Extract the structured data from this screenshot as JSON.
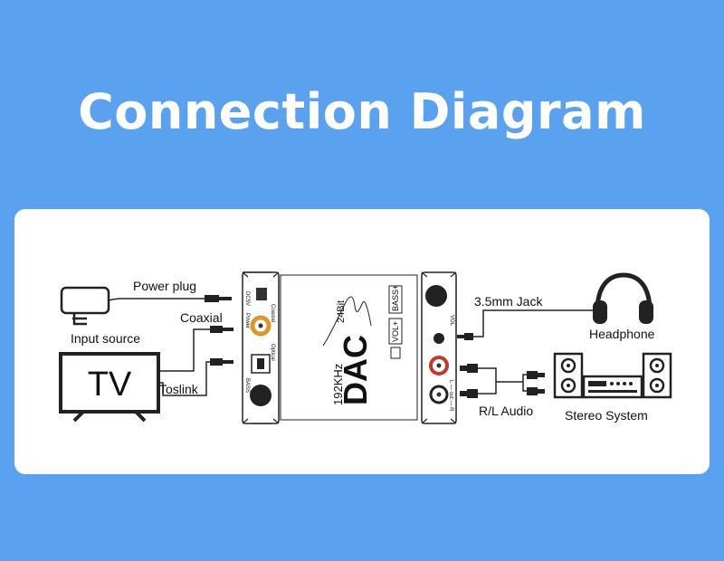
{
  "title": "Connection Diagram",
  "labels": {
    "power_plug": "Power plug",
    "coaxial": "Coaxial",
    "input_source": "Input source",
    "tv": "TV",
    "toslink": "Toslink",
    "jack": "3.5mm Jack",
    "headphone": "Headphone",
    "rl_audio": "R/L Audio",
    "stereo_system": "Stereo System"
  },
  "device": {
    "left_panel": {
      "dc": "DC5V",
      "power": "Power",
      "coaxial": "Coaxial",
      "optical": "Optical",
      "bass": "BASS"
    },
    "center": {
      "brand": "DAC",
      "spec1": "192KHz",
      "spec2": "24Bit",
      "bass": "BASS+",
      "vol": "VOL+"
    },
    "right_panel": {
      "vol": "VOL",
      "out": "L — out — R"
    }
  },
  "colors": {
    "background": "#5aa2f0",
    "card": "#ffffff",
    "line": "#222222",
    "coax_ring": "#d99a2b",
    "rca_red": "#c0392b"
  }
}
